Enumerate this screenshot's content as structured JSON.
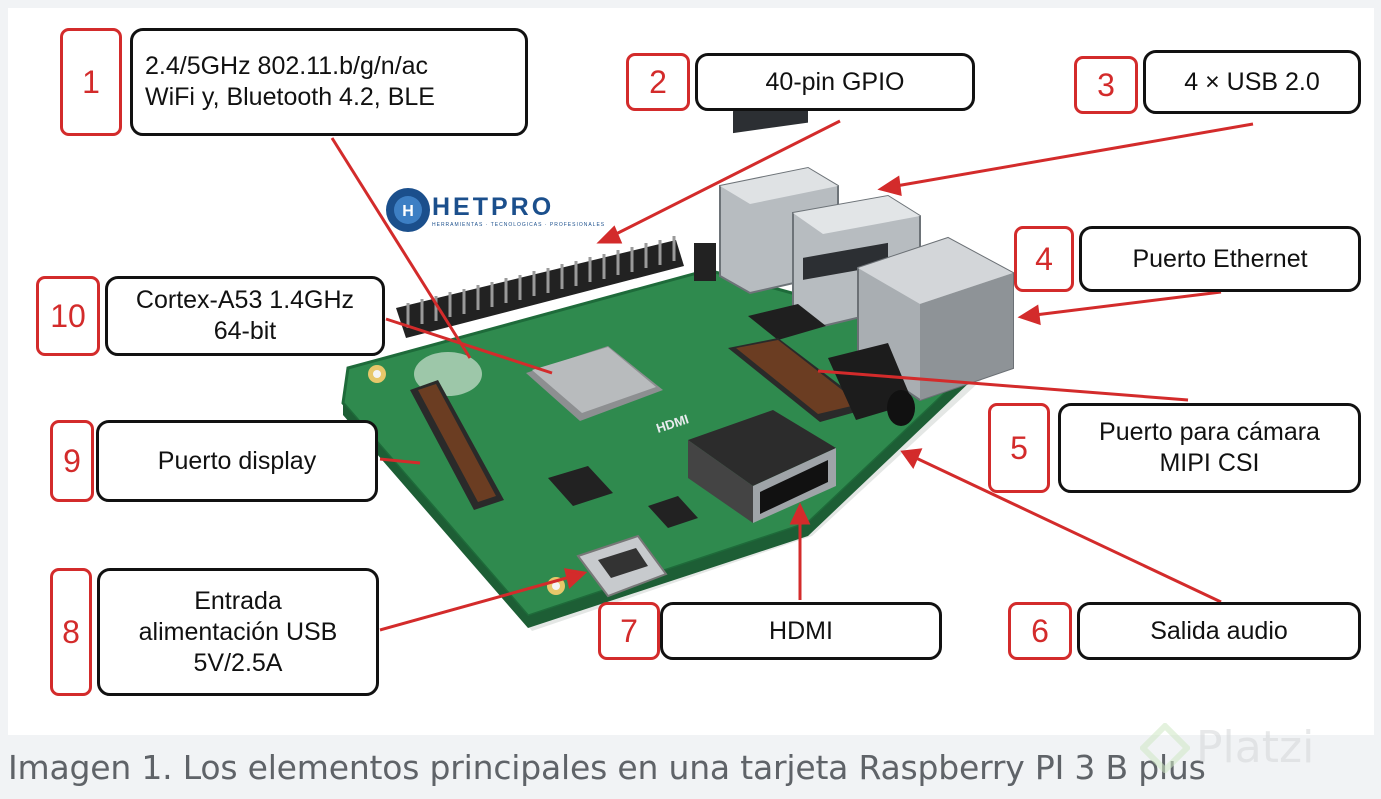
{
  "callouts": [
    {
      "num": "1",
      "lines": [
        "2.4/5GHz 802.11.b/g/n/ac",
        "WiFi y, Bluetooth 4.2, BLE"
      ]
    },
    {
      "num": "2",
      "lines": [
        "40-pin GPIO"
      ]
    },
    {
      "num": "3",
      "lines": [
        "4 × USB 2.0"
      ]
    },
    {
      "num": "4",
      "lines": [
        "Puerto Ethernet"
      ]
    },
    {
      "num": "5",
      "lines": [
        "Puerto para cámara",
        "MIPI CSI"
      ]
    },
    {
      "num": "6",
      "lines": [
        "Salida audio"
      ]
    },
    {
      "num": "7",
      "lines": [
        "HDMI"
      ]
    },
    {
      "num": "8",
      "lines": [
        "Entrada",
        "alimentación USB",
        "5V/2.5A"
      ]
    },
    {
      "num": "9",
      "lines": [
        "Puerto display"
      ]
    },
    {
      "num": "10",
      "lines": [
        "Cortex-A53 1.4GHz",
        "64-bit"
      ]
    }
  ],
  "logo": {
    "text": "HETPRO",
    "subtitle": "HERRAMIENTAS · TECNOLOGICAS · PROFESIONALES"
  },
  "board_text": {
    "hdmi": "HDMI"
  },
  "caption": "Imagen 1. Los elementos principales en una tarjeta Raspberry PI 3 B plus",
  "watermark": "Platzi",
  "colors": {
    "accent_red": "#d32b2b",
    "board_green": "#2f8a4e",
    "box_border": "#111111"
  }
}
